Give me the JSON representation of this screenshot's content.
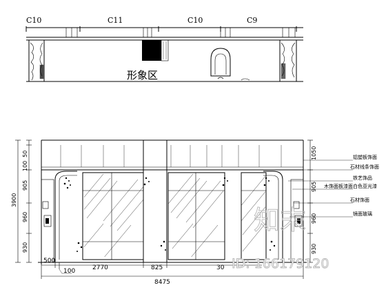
{
  "upper_elevation": {
    "axis_labels": [
      "C10",
      "C11",
      "C10",
      "C9"
    ],
    "zone_label": "形象区"
  },
  "lower_elevation": {
    "left_dimensions": [
      "50",
      "100",
      "905",
      "960",
      "930"
    ],
    "left_total": "3900",
    "right_dimensions": [
      "1050",
      "905",
      "960",
      "930"
    ],
    "bottom_dimensions": [
      "500",
      "100",
      "2770",
      "825",
      "30"
    ],
    "overall_width": "8475",
    "annotations": [
      "铝塑板饰面",
      "石材线条饰面",
      "铁艺饰品",
      "木饰面板漆面白色亚光漆",
      "石材饰面",
      "镜面玻璃"
    ]
  },
  "watermark": {
    "brand": "知末",
    "id_text": "ID: 166179120"
  }
}
